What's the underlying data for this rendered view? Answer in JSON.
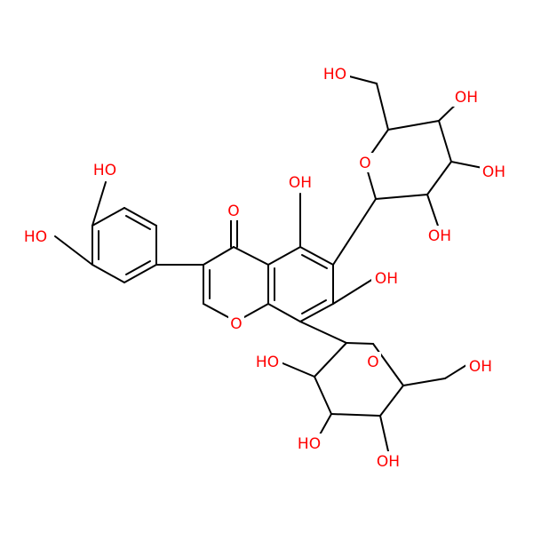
{
  "colors": {
    "background": "#ffffff",
    "bond": "#000000",
    "oxygen": "#ff0000"
  },
  "atom_labels": {
    "oh_3": "HO",
    "oh_4": "HO",
    "keto_o": "O",
    "oh_5": "OH",
    "oh_7": "OH",
    "ring_o_chromone": "O",
    "sugar_a_ring_o": "O",
    "sugar_a_ch2oh": "HO",
    "sugar_a_oh_top": "OH",
    "sugar_a_oh_right": "OH",
    "sugar_a_oh_bottom": "OH",
    "sugar_b_ring_o": "O",
    "sugar_b_oh_left": "HO",
    "sugar_b_oh_bottom_left": "HO",
    "sugar_b_oh_bottom": "OH",
    "sugar_b_ch2oh": "OH"
  }
}
